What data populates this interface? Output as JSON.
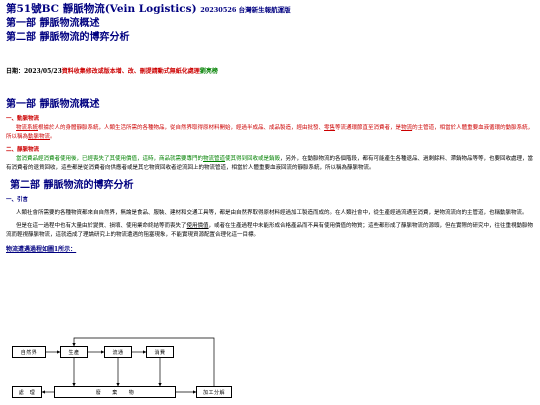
{
  "header": {
    "title_main": "第51號BC  靜脈物流(Vein Logistics)",
    "title_date": "20230526 台灣新生報航運版"
  },
  "toc": [
    {
      "label": "第一部 靜脈物流概述"
    },
    {
      "label": "第二部 靜脈物流的博弈分析"
    }
  ],
  "dateline": {
    "prefix": "日期：2023/05/23",
    "red": "資料收集修改或版本增、改、刪提請動式無紙化處理",
    "author": "劉亮榜"
  },
  "part1": {
    "heading": "第一部 靜脈物流概述",
    "sub1": "一、動脈物流",
    "para1_a": "物流系統",
    "para1_b": "根據於人的身體靜脈系統，人類生活所需的各種物品，從自然界取得原材料開始，經過半成品、成品製造，經由批發、",
    "para1_c": "零售",
    "para1_d": "等流通環節直至消費者，是",
    "para1_e": "物流",
    "para1_f": "的主管道，相當於人體重要血液循環的動脈系統，所以稱為",
    "para1_g": "動脈物流",
    "para1_h": "。",
    "sub2": "二、靜脈物流",
    "para2_a": "當消費品經消費者使用後，已經喪失了其使用價值，這時，商品就需要專門的",
    "para2_b": "物流管道",
    "para2_c": "使其得到回收或是銷毀",
    "para2_d": "，另外，在動脈物流的各個階段，都有可能產生各種退品、過剩餘料、滯銷物品等等，也要回收處理，當有消費者的退貨回收，這些都是從消費者向供應者或是其它物資回收者逆流回上的物流管道，相當於人體重要血液回流的靜脈系統，所以稱為靜脈物流。"
  },
  "part2": {
    "heading": "第二部 靜脈物流的博弈分析",
    "sub1": "一、引言",
    "para1": "人類社會所需要的各種物資都來自自然界，無論是食品、服裝、建材和交通工具等，都是由自然界取得原材料經過加工製造而成的。在人類社會中，從生產經過流通至消費，是物流流向的主管道，也稱動脈物流。",
    "para2_a": "但是在這一過程中也有大量由於變質、損壞、使用業命終結等而喪失了",
    "para2_b": "使用價值",
    "para2_c": "，或者在生產過程中未能形成合格產品而不具有使用價值的物質；這些都形成了靜脈物流的源頭，但在實際的研究中，往往重視動脈物流而輕視靜脈物流，這就造成了理論研究上的物流遭遇的阻塞現象，不能實現資源配置合理化這一目標。",
    "diagram_label": "物流遭遇過程如圖1所示："
  },
  "diagram": {
    "nature": "自然界",
    "production": "生產",
    "circulation": "流通",
    "consumption": "消費",
    "disposal": "處　理",
    "waste": "廢　　棄　　物",
    "processing": "加工分解"
  }
}
